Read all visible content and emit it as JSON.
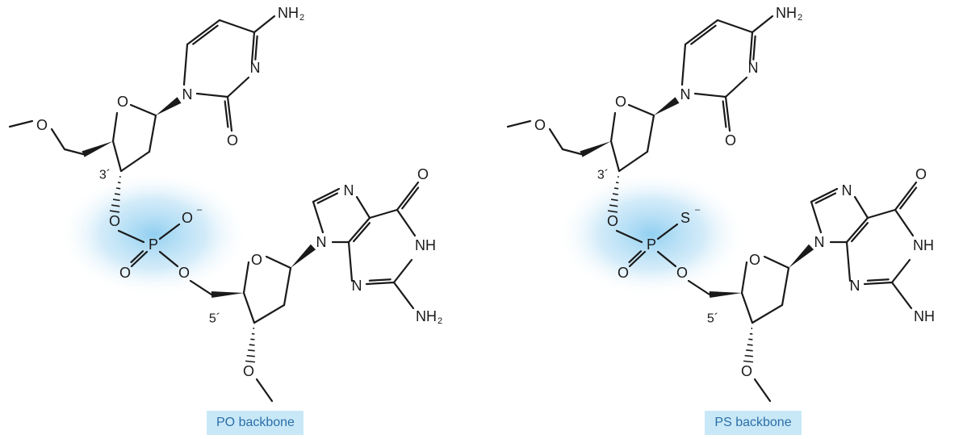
{
  "structures": [
    {
      "id": "po",
      "caption": "PO backbone",
      "linker_atom": "O",
      "linker_charge": "–",
      "amine_label": "NH",
      "amine_subscript": "2",
      "labels": {
        "nh2_top": "NH",
        "nh2_top_sub": "2",
        "ring_o_sugar1": "O",
        "ester_o_top": "O",
        "methyl_o_top": "O",
        "n1": "N",
        "n2": "N",
        "carbonyl_o1": "O",
        "prime3": "3´",
        "prime5": "5´",
        "p": "P",
        "p_dbl_o": "O",
        "p_o_bridge1": "O",
        "p_o_bridge2": "O",
        "imid_n1": "N",
        "imid_n2": "N",
        "pur_n3": "N",
        "pur_nh": "NH",
        "carbonyl_o2": "O",
        "ring_o_sugar2": "O",
        "bottom_o": "O"
      }
    },
    {
      "id": "ps",
      "caption": "PS backbone",
      "linker_atom": "S",
      "linker_charge": "–",
      "amine_label": "NH",
      "amine_subscript": "",
      "labels": {
        "nh2_top": "NH",
        "nh2_top_sub": "2",
        "ring_o_sugar1": "O",
        "ester_o_top": "O",
        "methyl_o_top": "O",
        "n1": "N",
        "n2": "N",
        "carbonyl_o1": "O",
        "prime3": "3´",
        "prime5": "5´",
        "p": "P",
        "p_dbl_o": "O",
        "p_o_bridge1": "O",
        "p_o_bridge2": "O",
        "imid_n1": "N",
        "imid_n2": "N",
        "pur_n3": "N",
        "pur_nh": "NH",
        "carbonyl_o2": "O",
        "ring_o_sugar2": "O",
        "bottom_o": "O"
      }
    }
  ],
  "colors": {
    "bond": "#1a1a1a",
    "glow": "#8ccdf0",
    "badge_bg": "#c9e8f7",
    "badge_text": "#2a6fa8"
  }
}
